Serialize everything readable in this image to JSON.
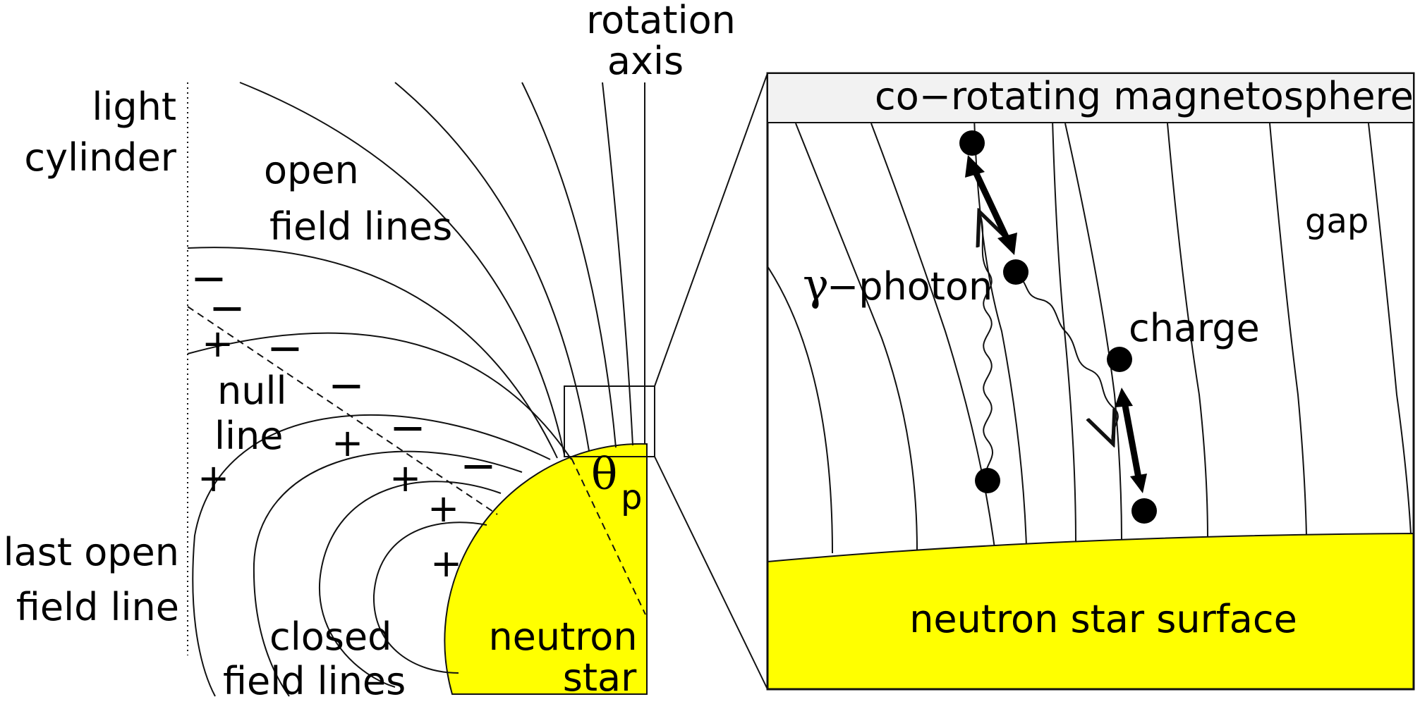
{
  "labels": {
    "rotation_axis_line1": "rotation",
    "rotation_axis_line2": "axis",
    "light_cylinder_line1": "light",
    "light_cylinder_line2": "cylinder",
    "open_field_lines_line1": "open",
    "open_field_lines_line2": "field lines",
    "null_line_line1": "null",
    "null_line_line2": "line",
    "last_open_line1": "last open",
    "last_open_line2": "field line",
    "closed_line1": "closed",
    "closed_line2": "field lines",
    "neutron_star_line1": "neutron",
    "neutron_star_line2": "star",
    "theta_symbol": "θ",
    "theta_subscript": "p"
  },
  "charges": {
    "minus": "−",
    "plus": "+"
  },
  "inset": {
    "title": "co−rotating magnetosphere",
    "gamma_symbol": "γ",
    "photon_label": "−photon",
    "charge_label": "charge",
    "gap_label": "gap",
    "surface_label": "neutron star surface"
  },
  "colors": {
    "star_fill": "#ffff00",
    "title_box_fill": "#f2f2f2",
    "line_color": "#111111"
  }
}
